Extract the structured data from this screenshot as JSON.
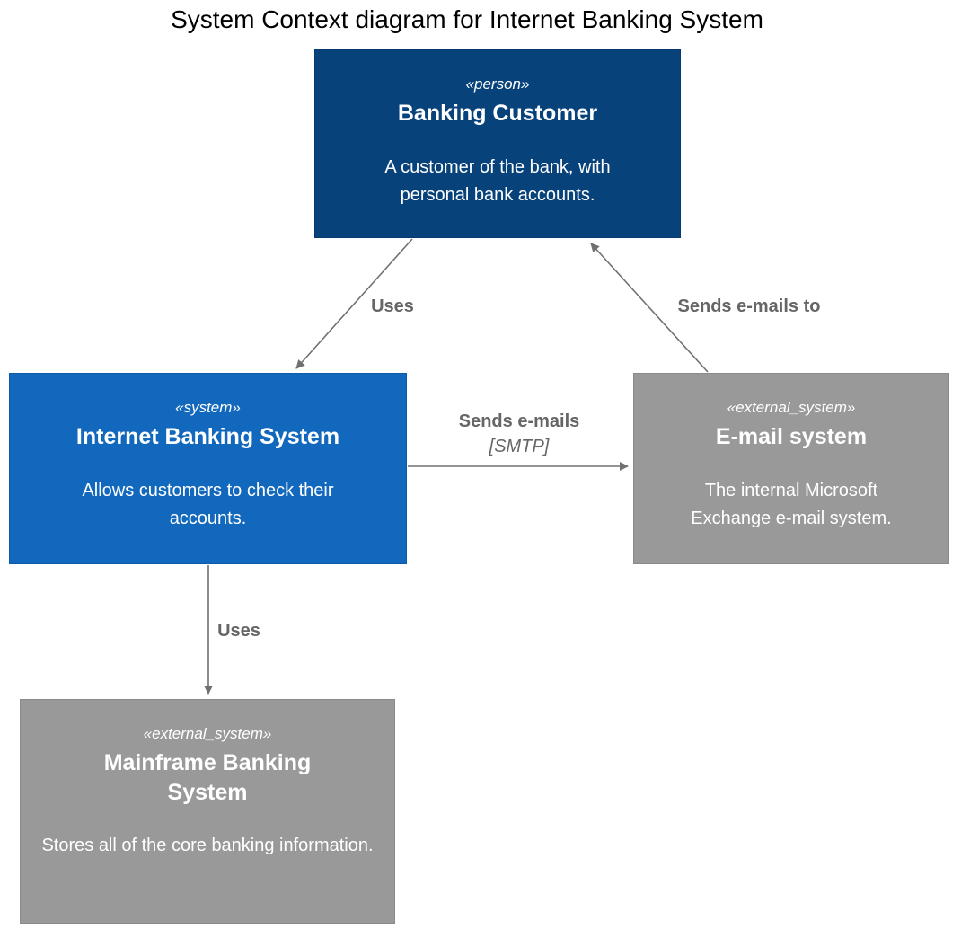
{
  "title": "System Context diagram for Internet Banking System",
  "colors": {
    "person_bg": "#08427b",
    "person_border": "#073b6f",
    "system_bg": "#1168bd",
    "system_border": "#0e5aa7",
    "external_bg": "#999999",
    "external_border": "#8a8a8a",
    "arrow": "#707070",
    "edge_label_text": "#666666",
    "node_text": "#ffffff",
    "title_text": "#000000"
  },
  "nodes": {
    "banking_customer": {
      "stereotype": "«person»",
      "name": "Banking Customer",
      "description": "A customer of the bank, with personal bank accounts."
    },
    "internet_banking_system": {
      "stereotype": "«system»",
      "name": "Internet Banking System",
      "description": "Allows customers to check their accounts."
    },
    "email_system": {
      "stereotype": "«external_system»",
      "name": "E-mail system",
      "description": "The internal Microsoft Exchange e-mail system."
    },
    "mainframe_banking_system": {
      "stereotype": "«external_system»",
      "name": "Mainframe Banking System",
      "description": "Stores all of the core banking information."
    }
  },
  "edges": {
    "customer_uses_ibs": {
      "label": "Uses"
    },
    "email_sends_to_customer": {
      "label": "Sends e-mails to"
    },
    "ibs_sends_emails_to_email": {
      "label": "Sends e-mails",
      "technology": "[SMTP]"
    },
    "ibs_uses_mainframe": {
      "label": "Uses"
    }
  }
}
